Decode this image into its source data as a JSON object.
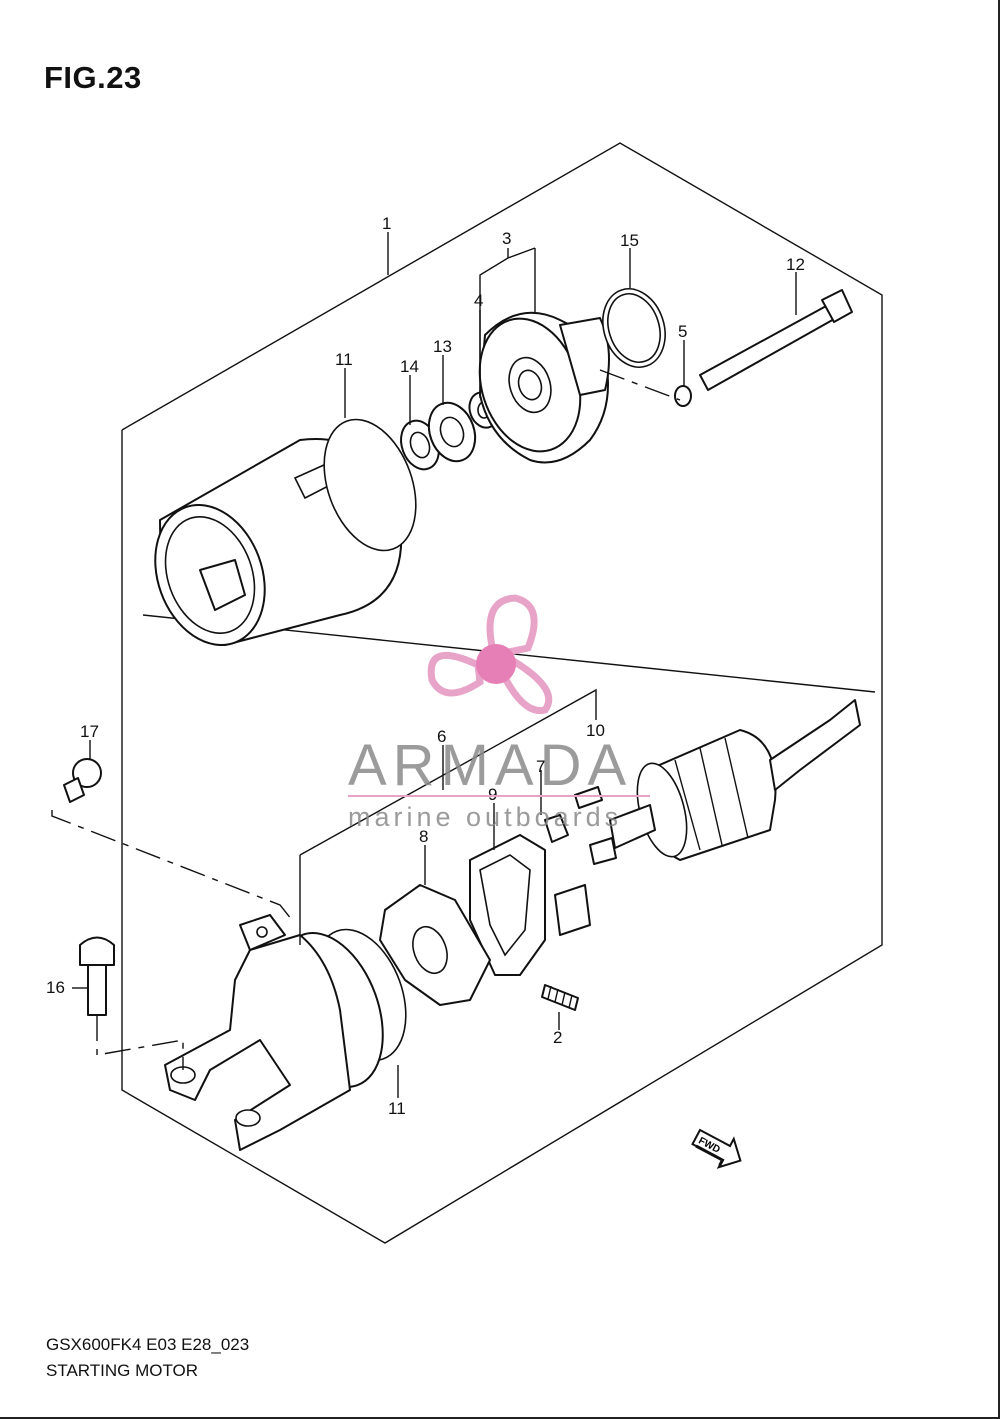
{
  "figure": {
    "title": "FIG.23"
  },
  "callouts": [
    {
      "id": "c1",
      "text": "1"
    },
    {
      "id": "c2",
      "text": "2"
    },
    {
      "id": "c3",
      "text": "3"
    },
    {
      "id": "c4",
      "text": "4"
    },
    {
      "id": "c5",
      "text": "5"
    },
    {
      "id": "c6",
      "text": "6"
    },
    {
      "id": "c7",
      "text": "7"
    },
    {
      "id": "c8",
      "text": "8"
    },
    {
      "id": "c9",
      "text": "9"
    },
    {
      "id": "c10",
      "text": "10"
    },
    {
      "id": "c11a",
      "text": "11"
    },
    {
      "id": "c11b",
      "text": "11"
    },
    {
      "id": "c12",
      "text": "12"
    },
    {
      "id": "c13",
      "text": "13"
    },
    {
      "id": "c14",
      "text": "14"
    },
    {
      "id": "c15",
      "text": "15"
    },
    {
      "id": "c16",
      "text": "16"
    },
    {
      "id": "c17",
      "text": "17"
    }
  ],
  "fwd_arrow": {
    "label": "FWD"
  },
  "watermark": {
    "name": "ARMADA",
    "subtitle": "marine outboards",
    "logo_color": "#e8a3c9",
    "logo_hub_color": "#e77fb7",
    "text_color": "#8a8a8a"
  },
  "footer": {
    "code": "GSX600FK4 E03 E28_023",
    "name": "STARTING MOTOR"
  }
}
